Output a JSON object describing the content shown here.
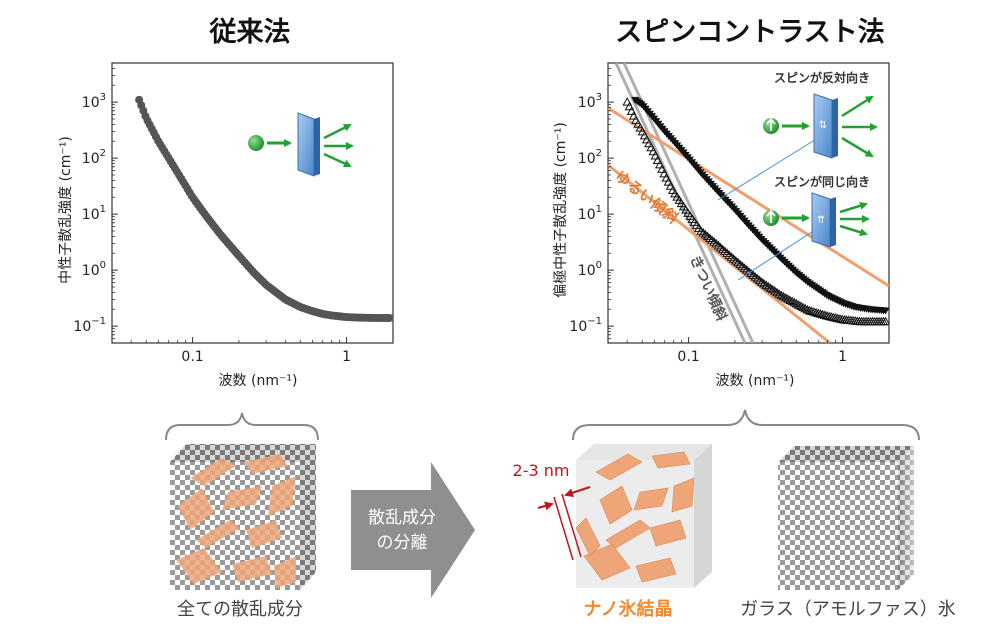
{
  "left_panel": {
    "title": "従来法",
    "ylabel": "中性子散乱強度 (cm⁻¹)",
    "xlabel": "波数 (nm⁻¹)"
  },
  "right_panel": {
    "title": "スピンコントラスト法",
    "ylabel": "偏極中性子散乱強度 (cm⁻¹)",
    "xlabel": "波数 (nm⁻¹)",
    "inset_opposite": "スピンが反対向き",
    "inset_same": "スピンが同じ向き",
    "gentle_slope": "ゆるい傾斜",
    "steep_slope": "きつい傾斜"
  },
  "y_ticks": [
    {
      "exp": 3,
      "base": "10",
      "sup": "3"
    },
    {
      "exp": 2,
      "base": "10",
      "sup": "2"
    },
    {
      "exp": 1,
      "base": "10",
      "sup": "1"
    },
    {
      "exp": 0,
      "base": "10",
      "sup": "0"
    },
    {
      "exp": -1,
      "base": "10",
      "sup": "−1"
    }
  ],
  "x_ticks": [
    {
      "q": 0.1,
      "label": "0.1"
    },
    {
      "q": 1,
      "label": "1"
    }
  ],
  "bottom": {
    "all_components": "全ての散乱成分",
    "arrow_line1": "散乱成分",
    "arrow_line2": "の分離",
    "thickness": "2-3 nm",
    "nano_ice": "ナノ氷結晶",
    "glass_ice": "ガラス（アモルファス）氷"
  },
  "colors": {
    "data_gray": "#555555",
    "orange_fit": "#f0a070",
    "gray_fit": "#b0b0b0",
    "nano_label": "#f08a2c",
    "annotation_red": "#c0151c",
    "inset_blue": "#4a90d9",
    "green_arrow": "#22a032"
  },
  "chart_data": [
    {
      "type": "scatter",
      "title": "従来法",
      "xlabel": "波数 (nm⁻¹)",
      "ylabel": "中性子散乱強度 (cm⁻¹)",
      "x_scale": "log",
      "y_scale": "log",
      "xlim": [
        0.03,
        2
      ],
      "ylim": [
        0.05,
        5000
      ],
      "series": [
        {
          "x": [
            0.045,
            0.05,
            0.06,
            0.07,
            0.08,
            0.1,
            0.12,
            0.15,
            0.2,
            0.25,
            0.3,
            0.4,
            0.5,
            0.6,
            0.7,
            0.8,
            1.0,
            1.2,
            1.5,
            1.9
          ],
          "y": [
            1100,
            520,
            200,
            100,
            55,
            20,
            10,
            4.5,
            1.8,
            0.9,
            0.55,
            0.3,
            0.22,
            0.185,
            0.165,
            0.155,
            0.145,
            0.142,
            0.14,
            0.14
          ]
        }
      ]
    },
    {
      "type": "scatter",
      "title": "スピンコントラスト法",
      "xlabel": "波数 (nm⁻¹)",
      "ylabel": "偏極中性子散乱強度 (cm⁻¹)",
      "x_scale": "log",
      "y_scale": "log",
      "xlim": [
        0.03,
        2
      ],
      "ylim": [
        0.05,
        5000
      ],
      "series": [
        {
          "name": "スピンが反対向き",
          "marker": "filled-triangle-down",
          "x": [
            0.045,
            0.05,
            0.06,
            0.07,
            0.08,
            0.1,
            0.12,
            0.15,
            0.2,
            0.25,
            0.3,
            0.4,
            0.5,
            0.6,
            0.7,
            0.8,
            1.0,
            1.2,
            1.5,
            1.9
          ],
          "y": [
            1100,
            900,
            500,
            300,
            200,
            100,
            55,
            28,
            12,
            6,
            3.5,
            1.6,
            0.9,
            0.6,
            0.45,
            0.35,
            0.26,
            0.22,
            0.2,
            0.19
          ]
        },
        {
          "name": "スピンが同じ向き",
          "marker": "open-triangle-up",
          "x": [
            0.04,
            0.045,
            0.05,
            0.06,
            0.07,
            0.08,
            0.1,
            0.12,
            0.15,
            0.2,
            0.25,
            0.3,
            0.4,
            0.5,
            0.6,
            0.8,
            1.0,
            1.3,
            1.9
          ],
          "y": [
            1000,
            500,
            300,
            120,
            50,
            25,
            10,
            5,
            3,
            1.5,
            0.9,
            0.6,
            0.35,
            0.25,
            0.19,
            0.15,
            0.13,
            0.12,
            0.12
          ]
        }
      ]
    }
  ]
}
